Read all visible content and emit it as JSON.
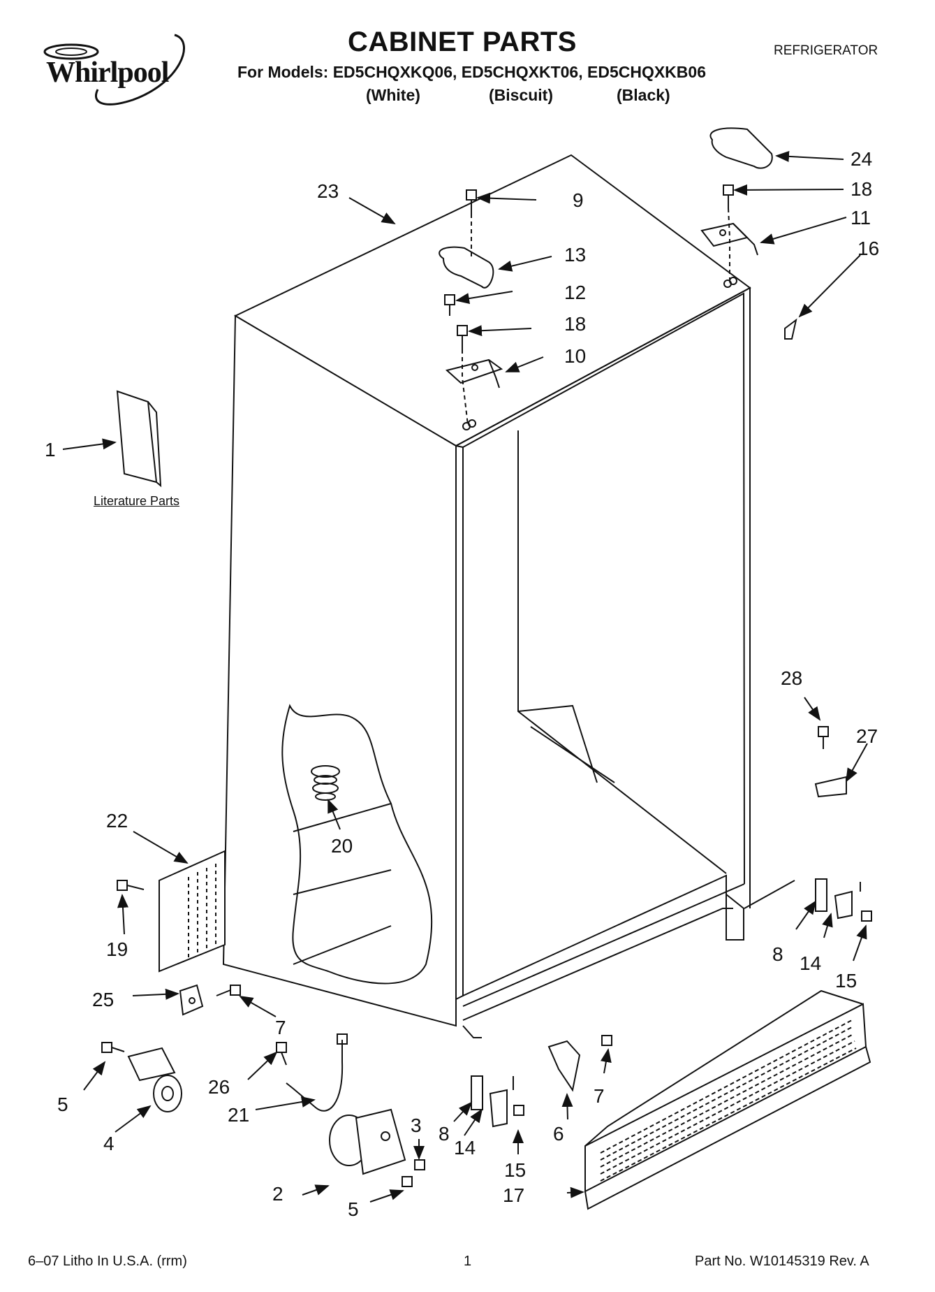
{
  "header": {
    "brand": "Whirlpool",
    "title": "CABINET PARTS",
    "category": "REFRIGERATOR",
    "models_line": "For Models: ED5CHQXKQ06, ED5CHQXKT06, ED5CHQXKB06",
    "colors": [
      "(White)",
      "(Biscuit)",
      "(Black)"
    ]
  },
  "literature_label": "Literature Parts",
  "callouts": {
    "p1": "1",
    "p2": "2",
    "p3": "3",
    "p4": "4",
    "p5a": "5",
    "p5b": "5",
    "p6": "6",
    "p7a": "7",
    "p7b": "7",
    "p8a": "8",
    "p8b": "8",
    "p9": "9",
    "p10": "10",
    "p11": "11",
    "p12": "12",
    "p13": "13",
    "p14a": "14",
    "p14b": "14",
    "p15a": "15",
    "p15b": "15",
    "p16": "16",
    "p17": "17",
    "p18a": "18",
    "p18b": "18",
    "p19": "19",
    "p20": "20",
    "p21": "21",
    "p22": "22",
    "p23": "23",
    "p24": "24",
    "p25": "25",
    "p26": "26",
    "p27": "27",
    "p28": "28"
  },
  "footer": {
    "left": "6–07 Litho In U.S.A. (rrm)",
    "page": "1",
    "part_no": "Part No. W10145319 Rev. A"
  }
}
